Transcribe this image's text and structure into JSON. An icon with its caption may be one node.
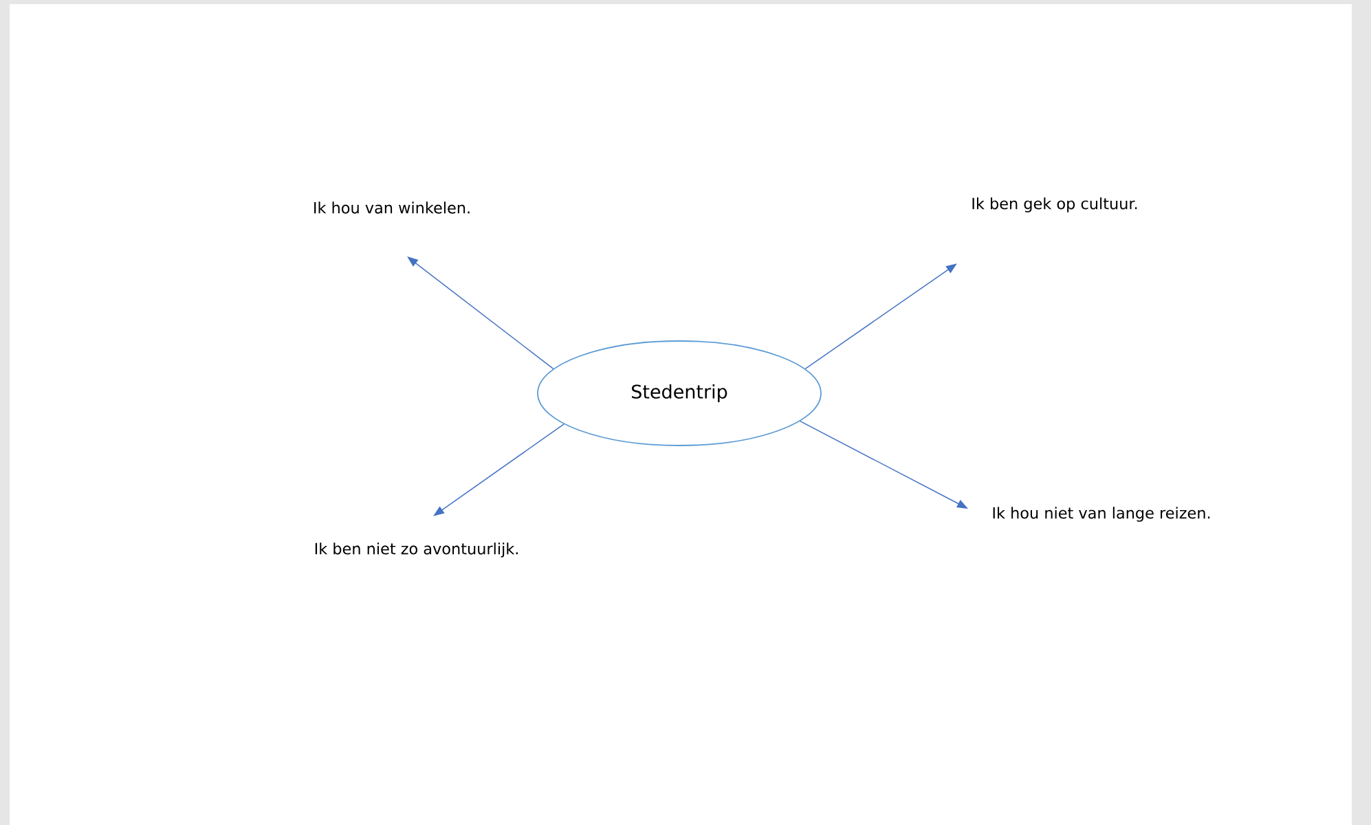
{
  "diagram": {
    "nodes": [
      {
        "text": [
          "Stedentrip"
        ]
      },
      {
        "text": [
          "Ik hou van winkelen."
        ]
      },
      {
        "text": [
          "Ik ben gek op cultuur."
        ]
      },
      {
        "text": [
          "Ik ben niet zo avontuurlijk."
        ]
      },
      {
        "text": [
          "Ik hou niet van lange reizen."
        ]
      }
    ],
    "edges": [
      {
        "from": 0,
        "to": 1,
        "arrow": "to"
      },
      {
        "from": 0,
        "to": 2,
        "arrow": "to"
      },
      {
        "from": 0,
        "to": 3,
        "arrow": "to"
      },
      {
        "from": 0,
        "to": 4,
        "arrow": "to"
      }
    ]
  }
}
